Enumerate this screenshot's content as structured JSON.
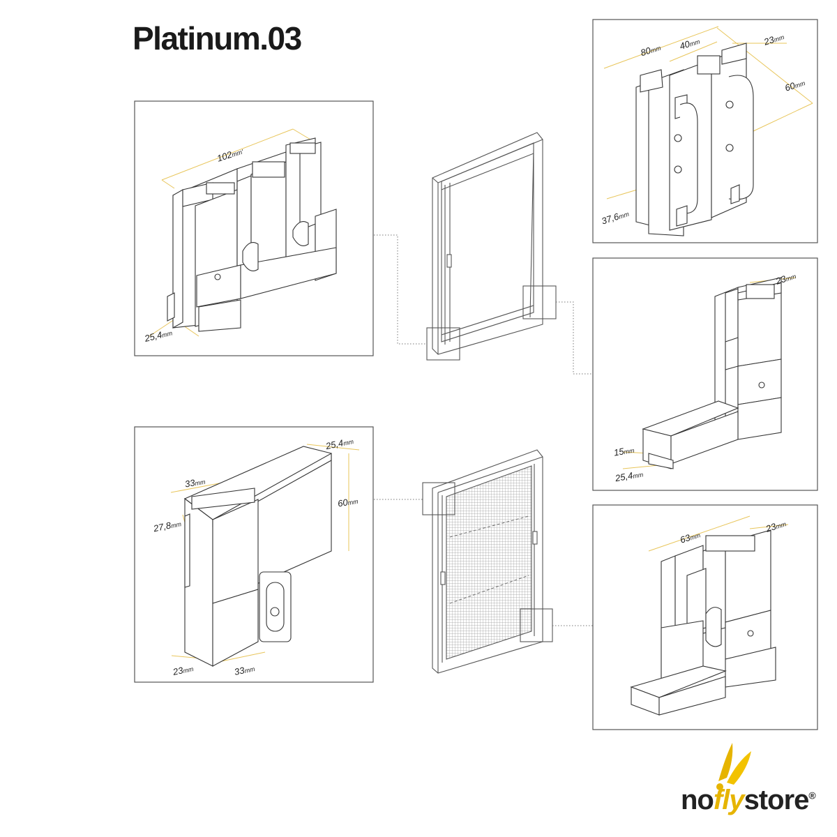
{
  "title": "Platinum.03",
  "brand": {
    "no": "no",
    "fly": "fly",
    "store": "store",
    "reg": "®"
  },
  "colors": {
    "dimension": "#e8c55a",
    "line": "#333333",
    "panel_border": "#444444",
    "logo_yellow": "#e6b400"
  },
  "panels": {
    "top_left": {
      "dim_width": "102",
      "dim_width_unit": "mm'",
      "dim_depth": "25,4",
      "dim_depth_unit": "mm"
    },
    "top_right": {
      "dim_a": "80",
      "dim_b": "40",
      "dim_c": "23",
      "dim_d": "60",
      "dim_e": "37,6",
      "unit": "mm"
    },
    "mid_right": {
      "dim_a": "23",
      "dim_b": "15",
      "dim_c": "25,4",
      "unit": "mm"
    },
    "bottom_left": {
      "dim_a": "25,4",
      "dim_b": "33",
      "dim_c": "60",
      "dim_d": "27,8",
      "dim_e": "23",
      "dim_f": "33",
      "unit": "mm"
    },
    "bottom_right": {
      "dim_a": "63",
      "dim_b": "23",
      "unit": "mm"
    }
  }
}
